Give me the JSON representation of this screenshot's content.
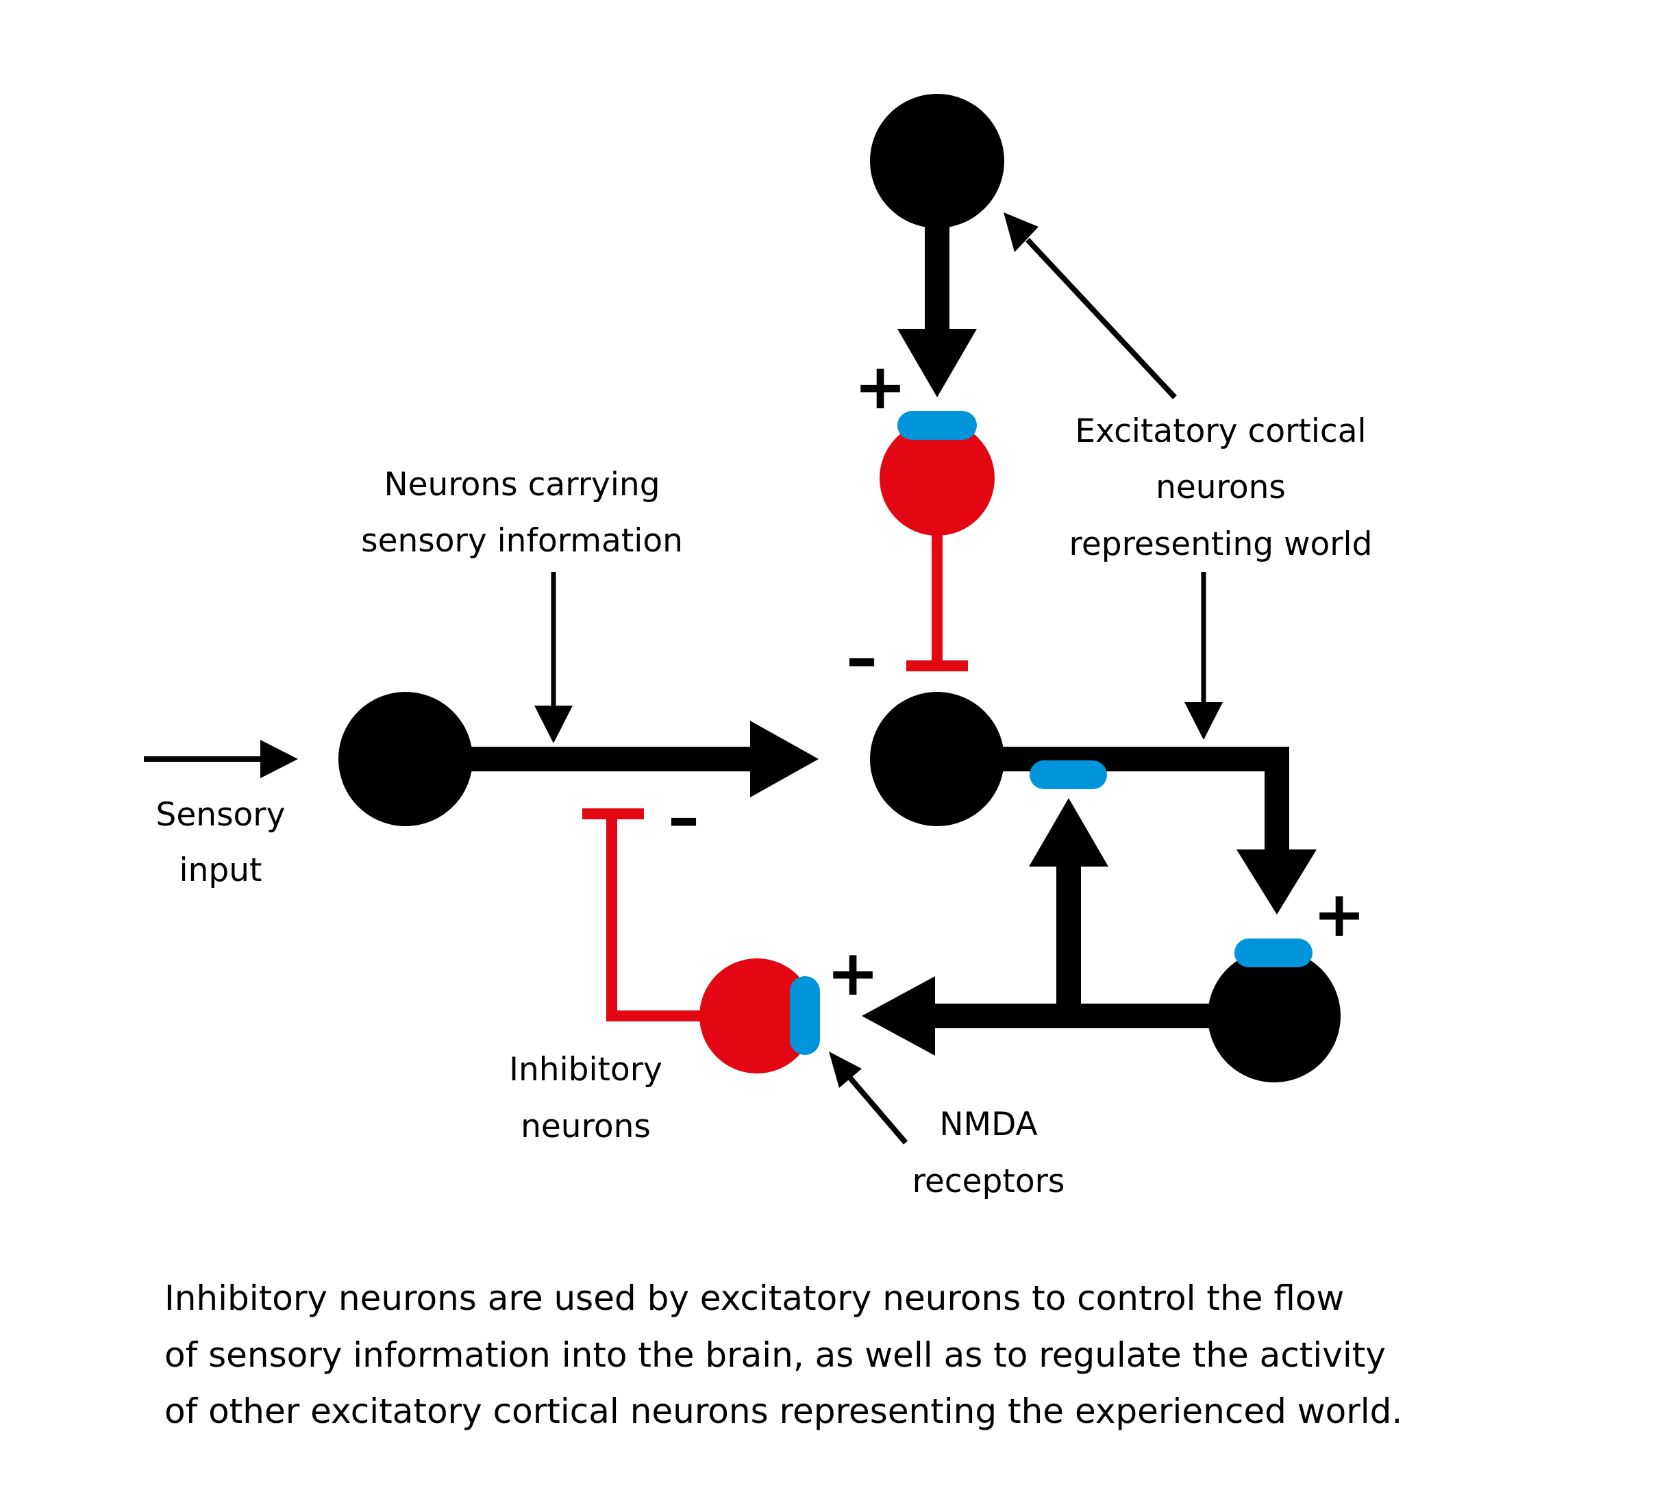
{
  "colors": {
    "excitatory": "#000000",
    "inhibitory": "#e30613",
    "receptor": "#0095db",
    "background": "#ffffff"
  },
  "labels": {
    "sensory_input": [
      "Sensory",
      "input"
    ],
    "sensory_neurons": [
      "Neurons carrying",
      "sensory information"
    ],
    "excitatory_cortical": [
      "Excitatory cortical",
      "neurons",
      "representing world"
    ],
    "inhibitory_neurons": [
      "Inhibitory",
      "neurons"
    ],
    "nmda_receptors": [
      "NMDA",
      "receptors"
    ]
  },
  "signs": {
    "plus": "+",
    "minus": "–"
  },
  "caption": [
    "Inhibitory neurons are used by excitatory neurons to control the flow",
    "of sensory information into the brain, as well as to regulate the activity",
    "of other excitatory cortical neurons representing the experienced world."
  ]
}
